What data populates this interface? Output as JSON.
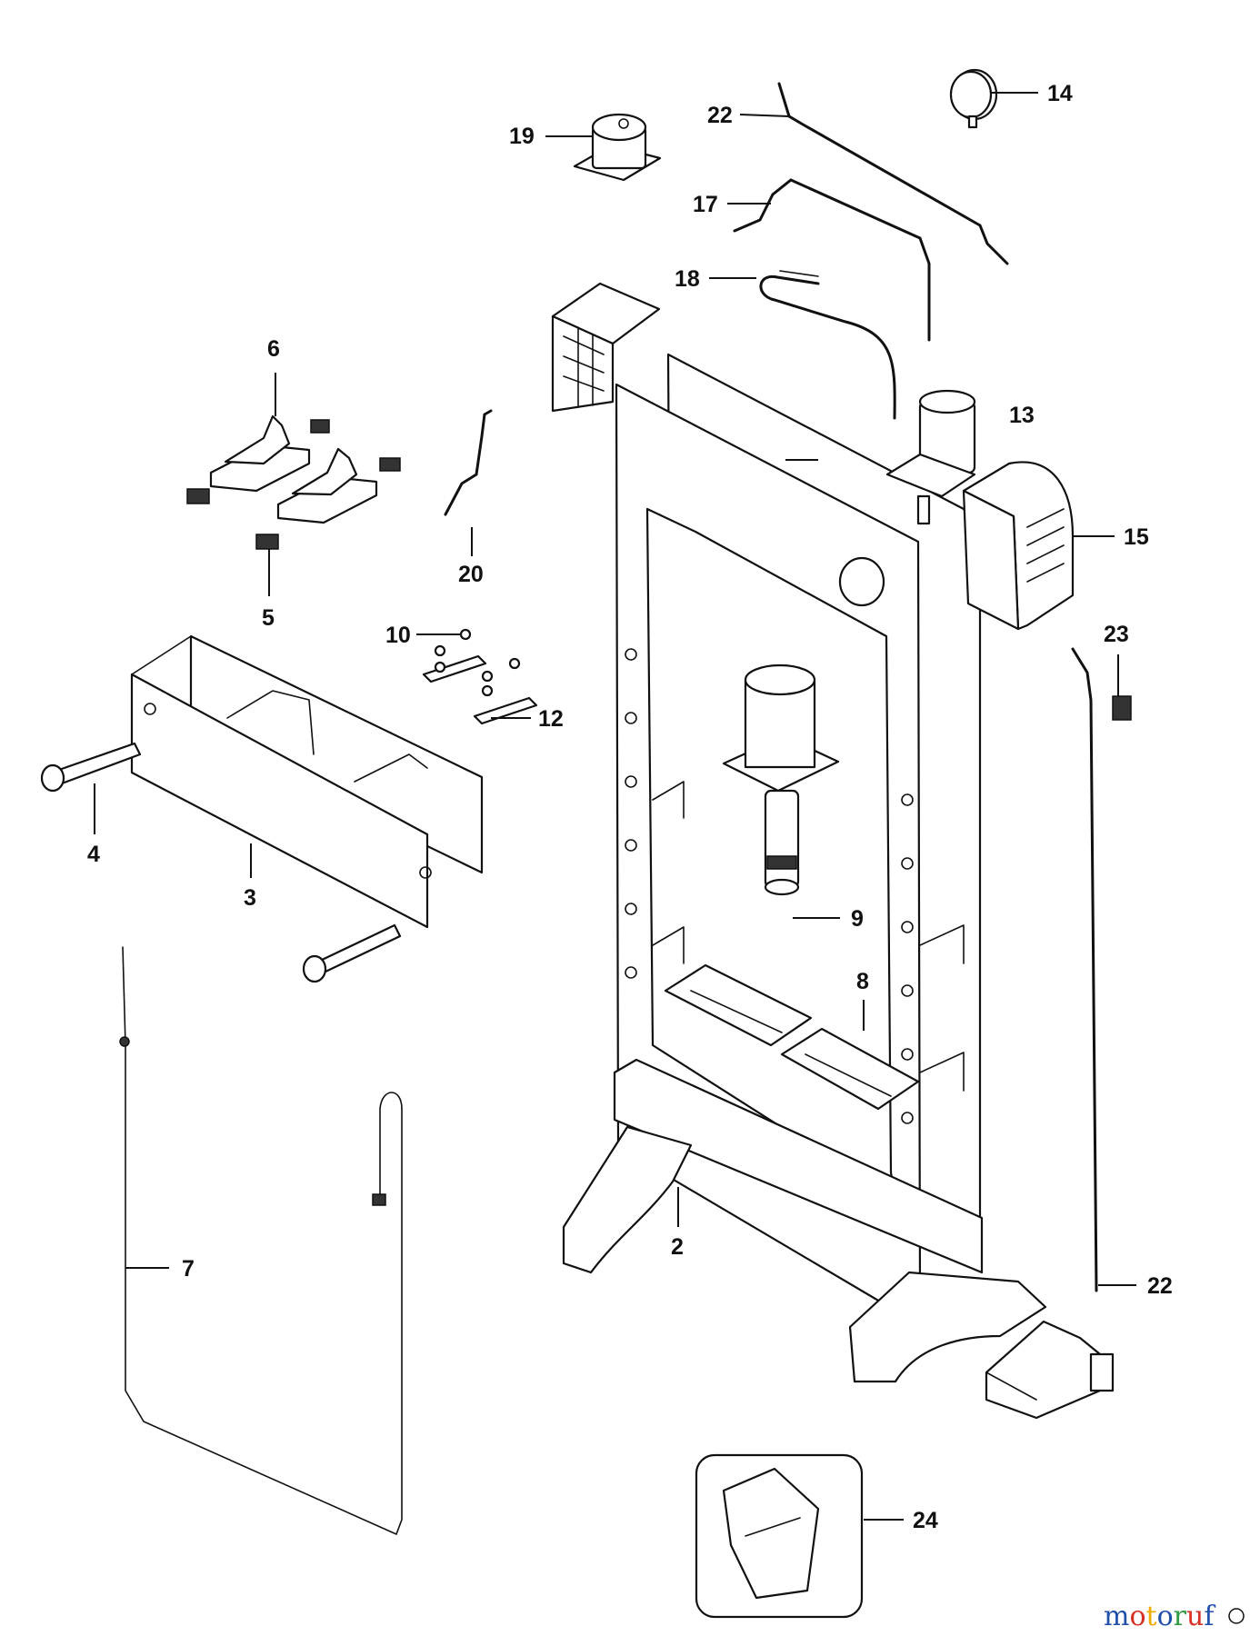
{
  "callouts": [
    {
      "id": "p2",
      "label": "2"
    },
    {
      "id": "p3",
      "label": "3"
    },
    {
      "id": "p4",
      "label": "4"
    },
    {
      "id": "p5",
      "label": "5"
    },
    {
      "id": "p6",
      "label": "6"
    },
    {
      "id": "p7",
      "label": "7"
    },
    {
      "id": "p8",
      "label": "8"
    },
    {
      "id": "p9",
      "label": "9"
    },
    {
      "id": "p10",
      "label": "10"
    },
    {
      "id": "p12",
      "label": "12"
    },
    {
      "id": "p13",
      "label": "13"
    },
    {
      "id": "p14",
      "label": "14"
    },
    {
      "id": "p15",
      "label": "15"
    },
    {
      "id": "p17",
      "label": "17"
    },
    {
      "id": "p18",
      "label": "18"
    },
    {
      "id": "p19",
      "label": "19"
    },
    {
      "id": "p20",
      "label": "20"
    },
    {
      "id": "p22a",
      "label": "22"
    },
    {
      "id": "p22b",
      "label": "22"
    },
    {
      "id": "p23",
      "label": "23"
    },
    {
      "id": "p24",
      "label": "24"
    }
  ],
  "watermark": {
    "text": "motoruf",
    "letters": [
      "m",
      "o",
      "t",
      "o",
      "r",
      "u",
      "f"
    ],
    "letter_colors": [
      "#1f4fa8",
      "#d93025",
      "#f2a900",
      "#1f4fa8",
      "#2e9e44",
      "#d93025",
      "#1f4fa8"
    ]
  }
}
